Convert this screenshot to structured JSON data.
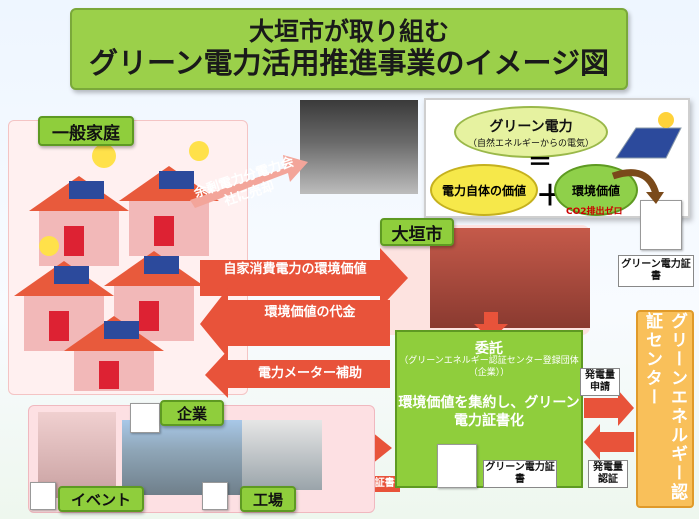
{
  "title": {
    "line1": "大垣市が取り組む",
    "line2": "グリーン電力活用推進事業のイメージ図"
  },
  "sections": {
    "households": "一般家庭",
    "city": "大垣市",
    "business": "企業",
    "event": "イベント",
    "factory": "工場"
  },
  "green_power": {
    "name": "グリーン電力",
    "subtitle": "（自然エネルギーからの電気）",
    "equals": "＝",
    "plus": "＋",
    "value1": "電力自体の価値",
    "value2": "環境価値",
    "co2": "CO2排出ゼロ"
  },
  "arrows": {
    "surplus": "余剰電力分電力会社に売却",
    "self_consumption": "自家消費電力の環境価値",
    "env_payment": "環境価値の代金",
    "meter_subsidy": "電力メーター補助",
    "payment": "代金",
    "certificate": "グリーン電力証書"
  },
  "commission": {
    "head": "委託",
    "detail": "（グリーンエネルギー認証センター登録団体（企業））",
    "text": "環境価値を集約し、グリーン電力証書化"
  },
  "labels": {
    "certificate_top": "グリーン電力証書",
    "certificate_bottom": "グリーン電力証書",
    "apply": "発電量申請",
    "certify": "発電量認証"
  },
  "cert_center": "グリーンエネルギー認証センター",
  "colors": {
    "title_green": "#9bd04a",
    "arrow_red": "#e8533a",
    "box_green": "#8fce3c",
    "cert_orange": "#f9c05a"
  }
}
